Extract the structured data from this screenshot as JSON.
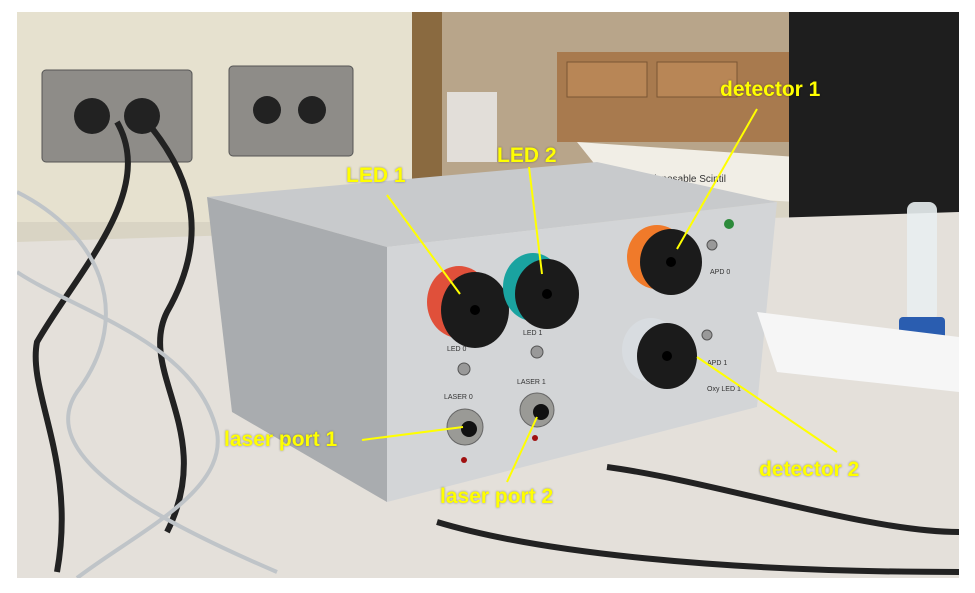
{
  "annotations": {
    "led1": "LED 1",
    "led2": "LED 2",
    "detector1": "detector 1",
    "detector2": "detector 2",
    "laser_port1": "laser port 1",
    "laser_port2": "laser port 2"
  },
  "panel_labels": {
    "led0": "LED 0",
    "led1": "LED 1",
    "laser0": "LASER 0",
    "laser1": "LASER 1",
    "apd0": "APD 0",
    "apd1": "APD 1",
    "oxy": "Oxy LED 1"
  },
  "background_text": {
    "tray": "Disposable Scintil"
  },
  "colors": {
    "annotation": "#ffff00",
    "led1_ring": "#e0503a",
    "led2_ring": "#1aa3a0",
    "detector1_ring": "#f07a2a",
    "detector2_ring": "#d8dce0"
  }
}
